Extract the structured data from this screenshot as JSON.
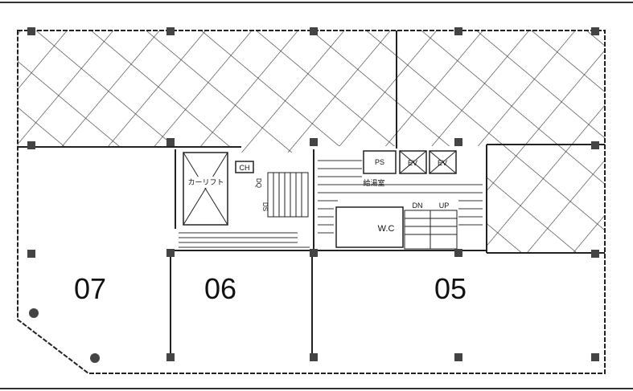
{
  "plan": {
    "rooms": [
      {
        "id": "07",
        "label": "07"
      },
      {
        "id": "06",
        "label": "06"
      },
      {
        "id": "05",
        "label": "05"
      }
    ],
    "core_labels": {
      "car_lift": "カーリフト",
      "ch": "CH",
      "ps": "PS",
      "ev1": "EV",
      "ev2": "EV",
      "kitchenette": "給湯室",
      "wc": "W.C",
      "dn": "DN",
      "up": "UP",
      "ds": "DS",
      "dq": "DQ"
    },
    "colors": {
      "line": "#222222",
      "background": "#ffffff"
    }
  }
}
